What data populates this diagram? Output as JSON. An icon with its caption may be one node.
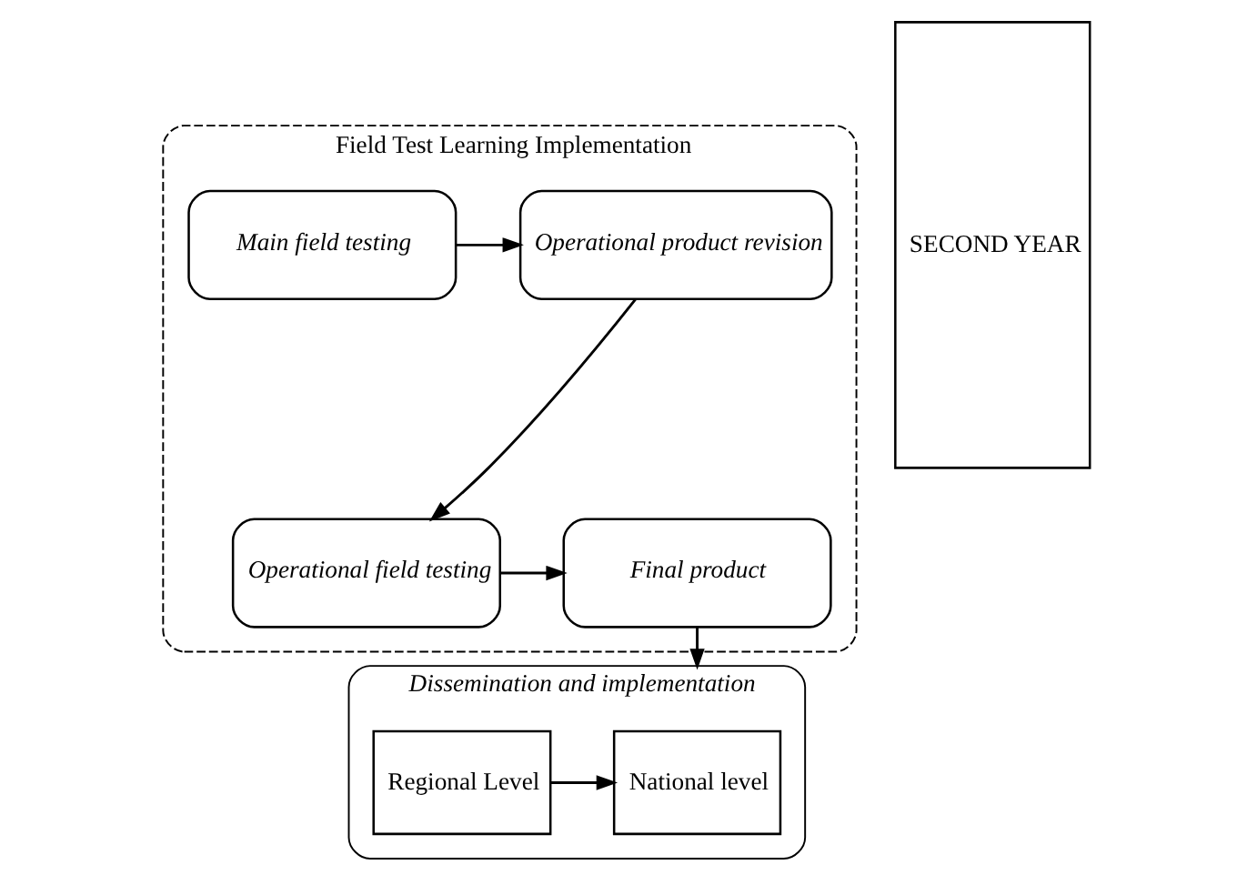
{
  "diagram": {
    "nodes": [
      {
        "text": [
          "Field Test Learning Implementation"
        ]
      },
      {
        "text": [
          "Operational product revision"
        ],
        "in": 0
      },
      {
        "text": [
          "Main field testing"
        ],
        "in": 0
      },
      {
        "text": [
          "Operational field testing"
        ],
        "in": 0
      },
      {
        "text": [
          "Final product"
        ],
        "in": 0
      },
      {
        "text": [
          "Dissemination and implementation"
        ]
      },
      {
        "text": [
          "Regional Level"
        ],
        "in": 5
      },
      {
        "text": [
          "National level"
        ],
        "in": 5
      },
      {
        "text": [
          "SECOND YEAR"
        ]
      }
    ],
    "edges": [
      {
        "from": 2,
        "to": 1,
        "arrow": "to"
      },
      {
        "from": 1,
        "to": 3,
        "arrow": "to"
      },
      {
        "from": 3,
        "to": 4,
        "arrow": "to"
      },
      {
        "from": 4,
        "to": 5,
        "arrow": "to"
      },
      {
        "from": 6,
        "to": 7,
        "arrow": "to"
      }
    ]
  }
}
